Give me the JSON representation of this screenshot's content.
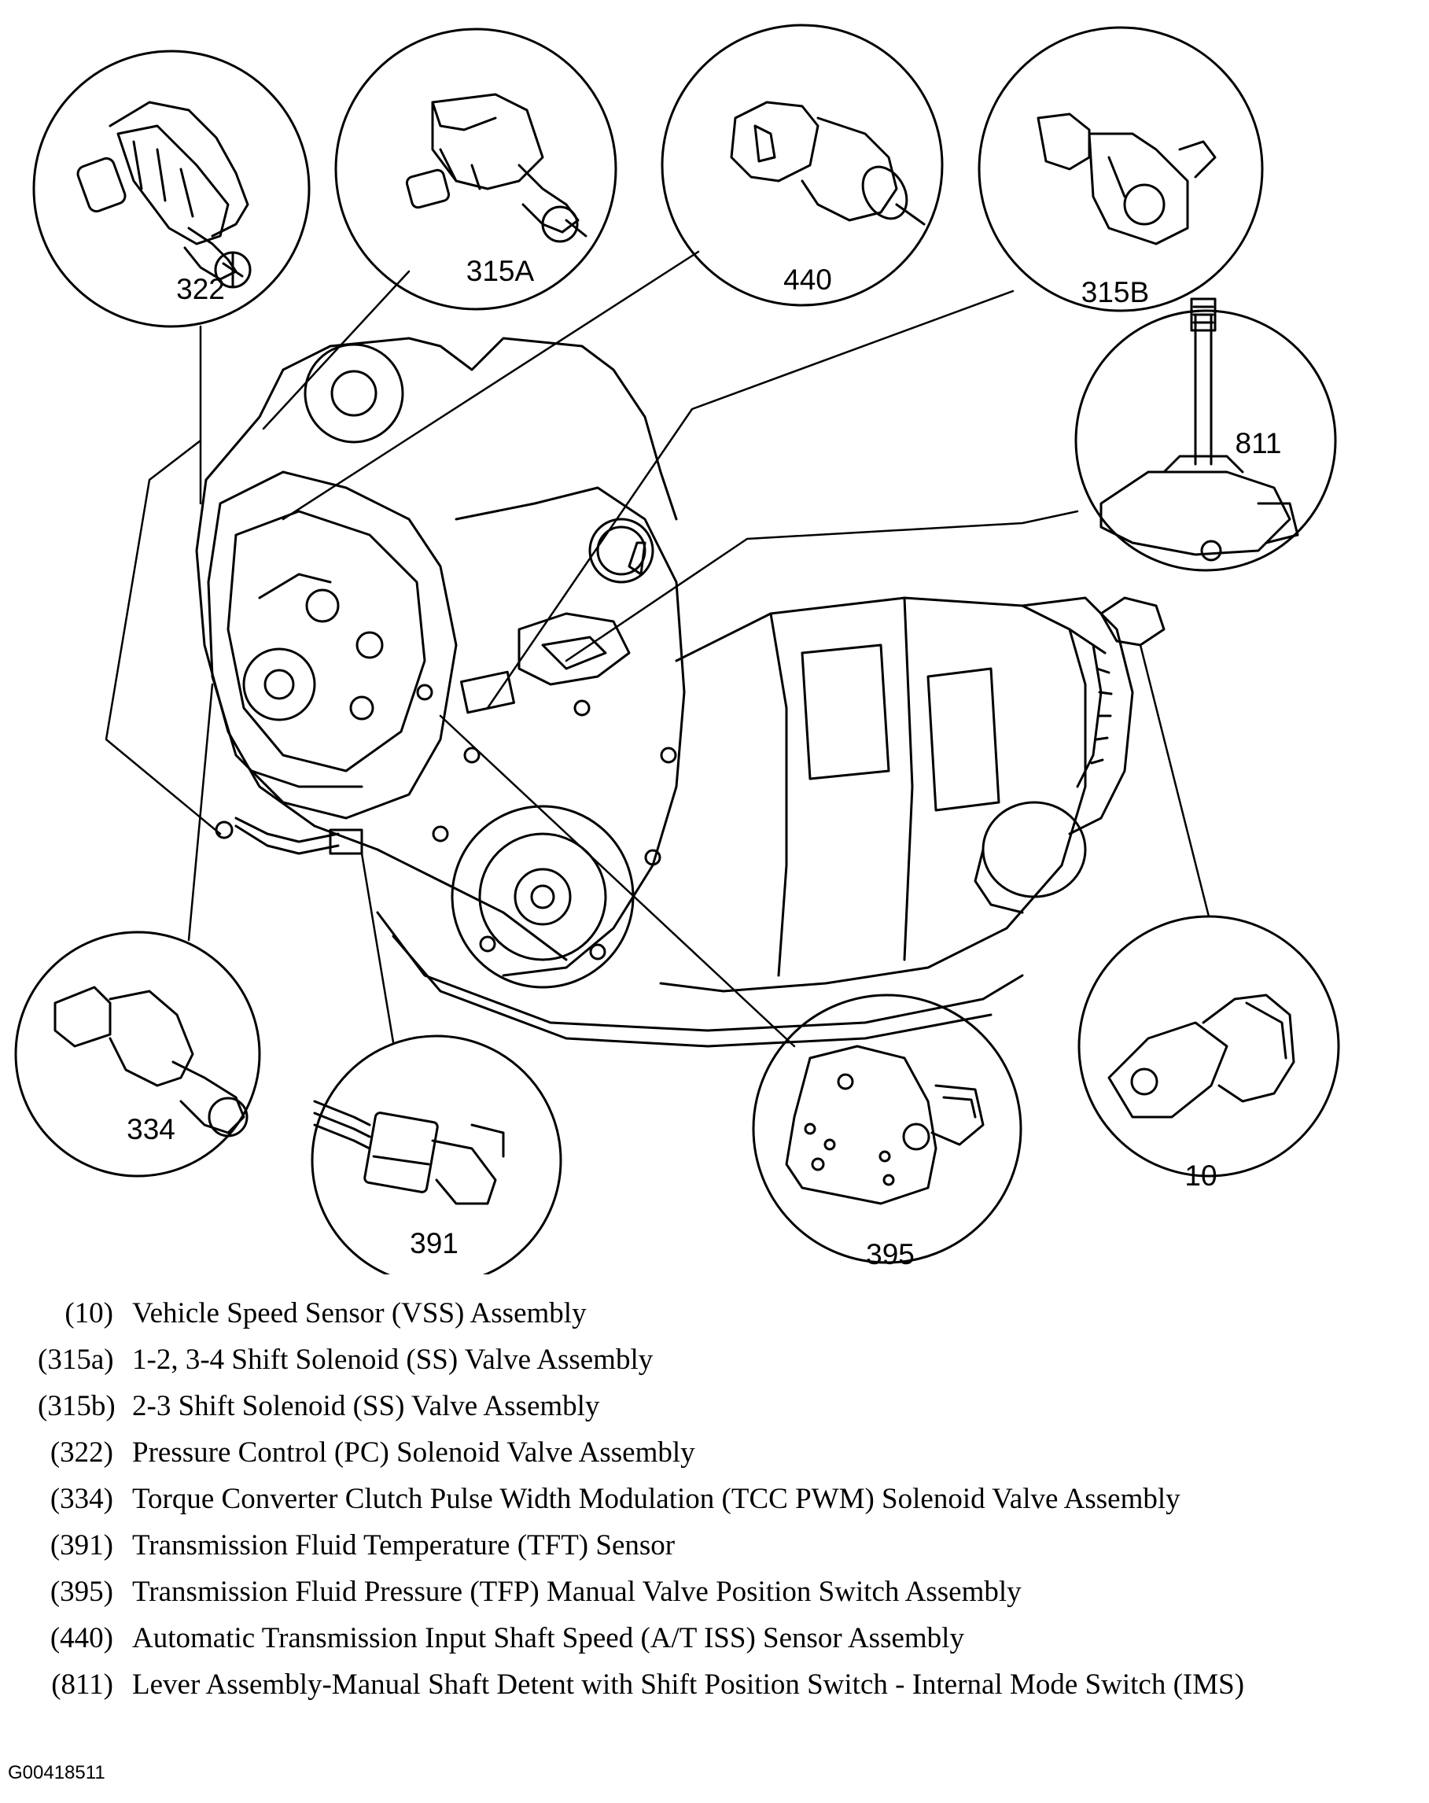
{
  "callouts": [
    {
      "id": "322",
      "label": "322"
    },
    {
      "id": "315A",
      "label": "315A"
    },
    {
      "id": "440",
      "label": "440"
    },
    {
      "id": "315B",
      "label": "315B"
    },
    {
      "id": "811",
      "label": "811"
    },
    {
      "id": "334",
      "label": "334"
    },
    {
      "id": "391",
      "label": "391"
    },
    {
      "id": "395",
      "label": "395"
    },
    {
      "id": "10",
      "label": "10"
    }
  ],
  "legend": [
    {
      "code": "(10)",
      "text": "Vehicle Speed Sensor (VSS) Assembly"
    },
    {
      "code": "(315a)",
      "text": "1-2, 3-4 Shift Solenoid (SS) Valve Assembly"
    },
    {
      "code": "(315b)",
      "text": "2-3 Shift Solenoid (SS) Valve Assembly"
    },
    {
      "code": "(322)",
      "text": "Pressure Control (PC) Solenoid Valve Assembly"
    },
    {
      "code": "(334)",
      "text": "Torque Converter Clutch Pulse Width Modulation (TCC PWM) Solenoid Valve Assembly"
    },
    {
      "code": "(391)",
      "text": "Transmission Fluid Temperature (TFT) Sensor"
    },
    {
      "code": "(395)",
      "text": "Transmission Fluid Pressure (TFP) Manual Valve Position Switch Assembly"
    },
    {
      "code": "(440)",
      "text": "Automatic Transmission Input Shaft Speed (A/T ISS) Sensor Assembly"
    },
    {
      "code": "(811)",
      "text": "Lever Assembly-Manual Shaft Detent with Shift Position Switch - Internal Mode Switch (IMS)"
    }
  ],
  "figure_id": "G00418511"
}
